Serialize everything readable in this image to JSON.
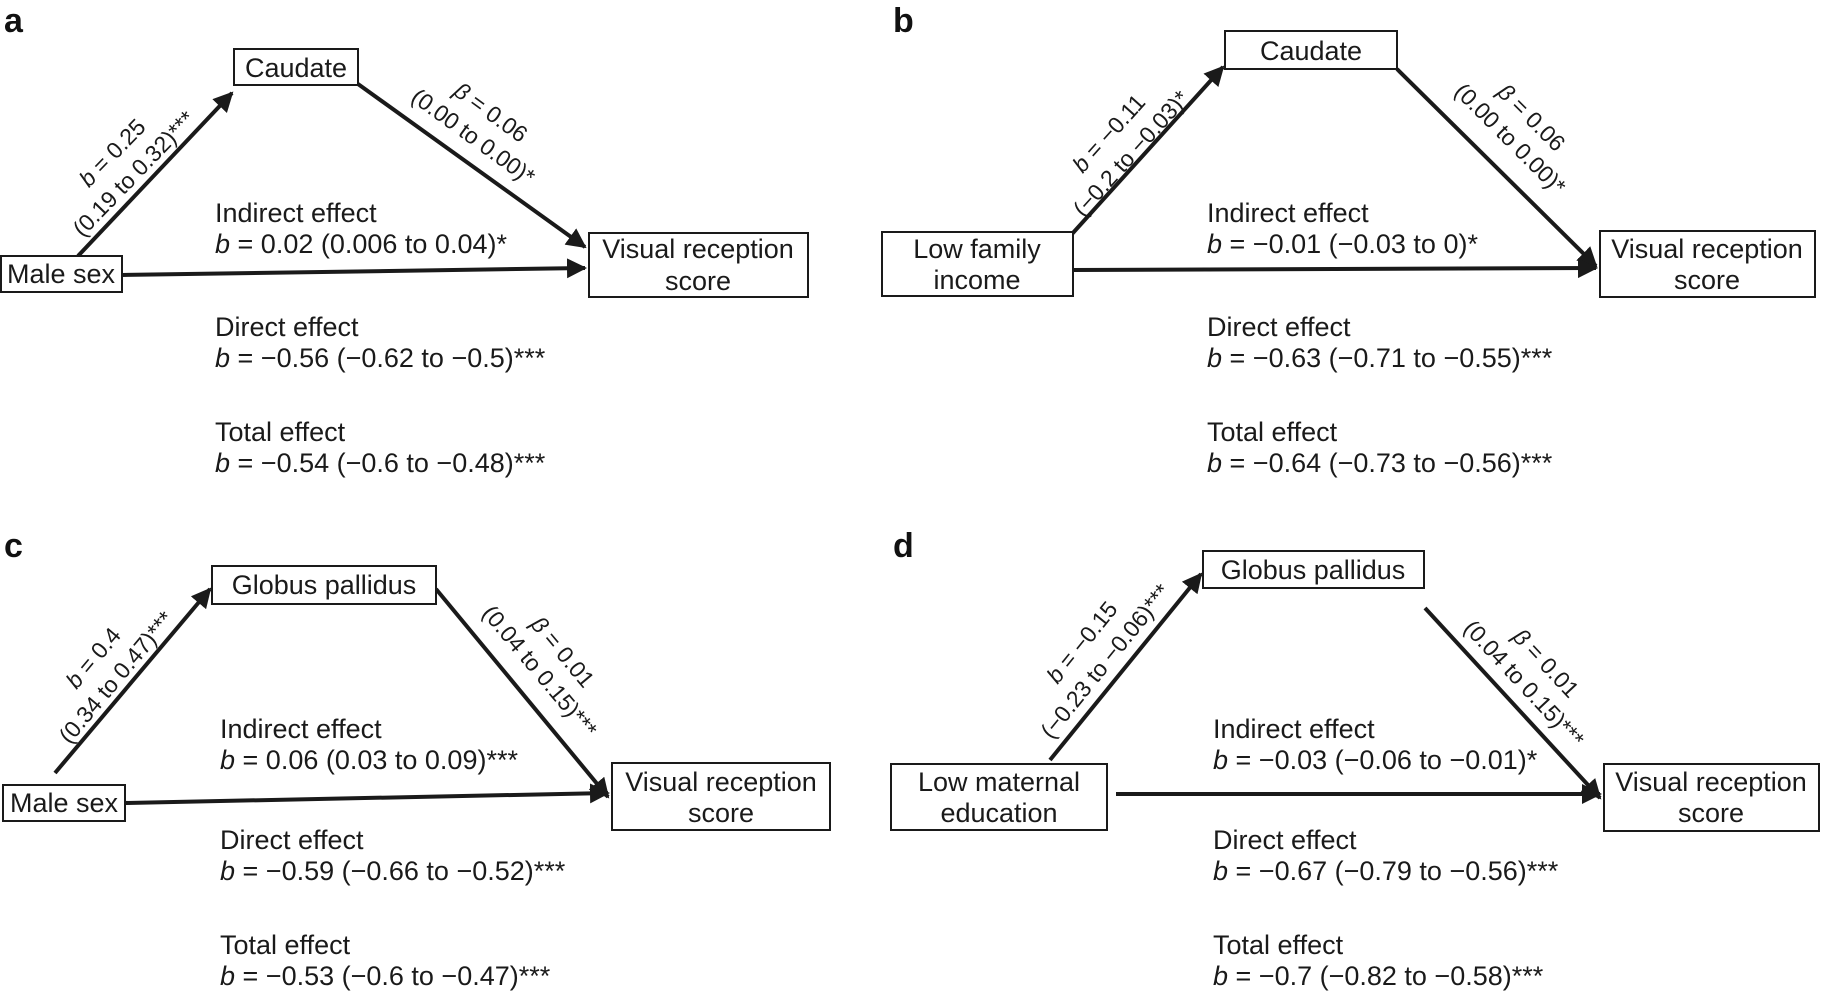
{
  "panels": [
    {
      "letter": "a",
      "nodes": {
        "mediator": "Caudate",
        "predictor": [
          "Male sex"
        ],
        "outcome": [
          "Visual reception",
          "score"
        ]
      },
      "path_a": {
        "coef_symbol": "b",
        "coef": " = 0.25",
        "ci": "(0.19 to 0.32)***"
      },
      "path_b": {
        "coef_symbol": "β",
        "coef": " = 0.06",
        "ci": "(0.00 to 0.00)*"
      },
      "effects": [
        {
          "title": "Indirect effect",
          "symbol": "b",
          "value": " = 0.02 (0.006 to 0.04)*"
        },
        {
          "title": "Direct effect",
          "symbol": "b",
          "value": " = −0.56 (−0.62 to −0.5)***"
        },
        {
          "title": "Total effect",
          "symbol": "b",
          "value": " = −0.54 (−0.6 to −0.48)***"
        }
      ]
    },
    {
      "letter": "b",
      "nodes": {
        "mediator": "Caudate",
        "predictor": [
          "Low family",
          "income"
        ],
        "outcome": [
          "Visual reception",
          "score"
        ]
      },
      "path_a": {
        "coef_symbol": "b",
        "coef": " = −0.11",
        "ci": "(−0.2 to −0.03)*"
      },
      "path_b": {
        "coef_symbol": "β",
        "coef": " = 0.06",
        "ci": "(0.00 to 0.00)*"
      },
      "effects": [
        {
          "title": "Indirect effect",
          "symbol": "b",
          "value": " = −0.01 (−0.03 to 0)*"
        },
        {
          "title": "Direct effect",
          "symbol": "b",
          "value": " = −0.63 (−0.71 to −0.55)***"
        },
        {
          "title": "Total effect",
          "symbol": "b",
          "value": " = −0.64 (−0.73 to −0.56)***"
        }
      ]
    },
    {
      "letter": "c",
      "nodes": {
        "mediator": "Globus pallidus",
        "predictor": [
          "Male sex"
        ],
        "outcome": [
          "Visual reception",
          "score"
        ]
      },
      "path_a": {
        "coef_symbol": "b",
        "coef": " = 0.4",
        "ci": "(0.34 to 0.47)***"
      },
      "path_b": {
        "coef_symbol": "β",
        "coef": " = 0.01",
        "ci": "(0.04 to 0.15)***"
      },
      "effects": [
        {
          "title": "Indirect effect",
          "symbol": "b",
          "value": " = 0.06 (0.03 to 0.09)***"
        },
        {
          "title": "Direct effect",
          "symbol": "b",
          "value": " = −0.59 (−0.66 to −0.52)***"
        },
        {
          "title": "Total effect",
          "symbol": "b",
          "value": " = −0.53 (−0.6 to −0.47)***"
        }
      ]
    },
    {
      "letter": "d",
      "nodes": {
        "mediator": "Globus pallidus",
        "predictor": [
          "Low maternal",
          "education"
        ],
        "outcome": [
          "Visual reception",
          "score"
        ]
      },
      "path_a": {
        "coef_symbol": "b",
        "coef": " = −0.15",
        "ci": "(−0.23 to −0.06)***"
      },
      "path_b": {
        "coef_symbol": "β",
        "coef": " = 0.01",
        "ci": "(0.04 to 0.15)***"
      },
      "effects": [
        {
          "title": "Indirect effect",
          "symbol": "b",
          "value": " = −0.03 (−0.06 to −0.01)*"
        },
        {
          "title": "Direct effect",
          "symbol": "b",
          "value": " = −0.67 (−0.79 to −0.56)***"
        },
        {
          "title": "Total effect",
          "symbol": "b",
          "value": " = −0.7 (−0.82 to −0.58)***"
        }
      ]
    }
  ]
}
